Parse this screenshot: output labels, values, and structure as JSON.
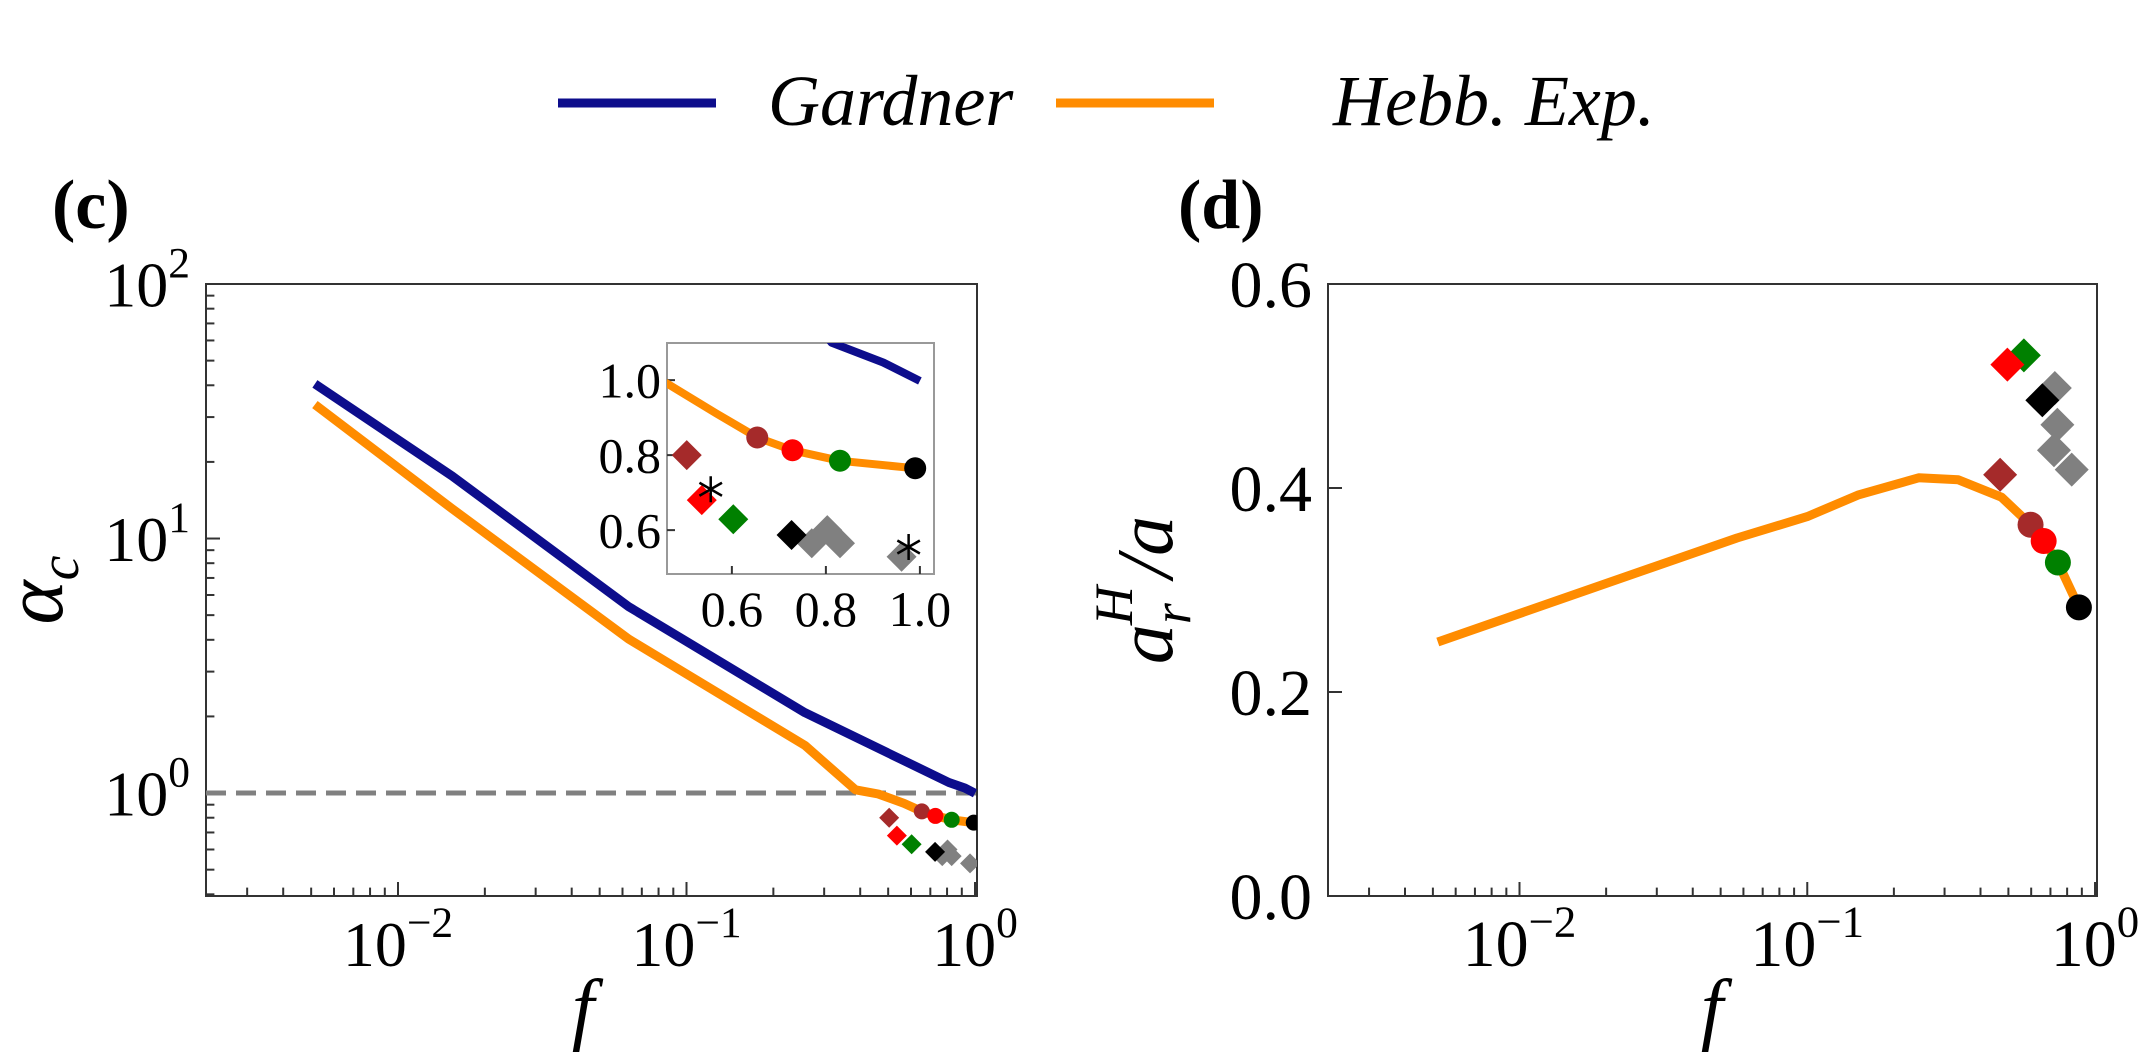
{
  "legend": {
    "entries": [
      {
        "label": "Gardner",
        "color": "#0d0d8c"
      },
      {
        "label": "Hebb. Exp.",
        "color": "#ff8c00"
      }
    ],
    "placement": "top-center"
  },
  "colors": {
    "brown": "#a52a2a",
    "red": "#ff0000",
    "green": "#008000",
    "black": "#000000",
    "gray": "#808080",
    "dashed": "#808080"
  },
  "chart_data": [
    {
      "panel": "(c)",
      "type": "line",
      "xscale": "log",
      "yscale": "log",
      "xlabel": "f",
      "ylabel": {
        "base": "α",
        "sub": "c"
      },
      "xlim": [
        0.00216,
        1.016
      ],
      "ylim": [
        0.394,
        100
      ],
      "x_ticks": [
        {
          "value": 0.01,
          "base": "10",
          "exp": "−2"
        },
        {
          "value": 0.1,
          "base": "10",
          "exp": "−1"
        },
        {
          "value": 1,
          "base": "10",
          "exp": "0"
        }
      ],
      "y_ticks": [
        {
          "value": 1,
          "base": "10",
          "exp": "0"
        },
        {
          "value": 10,
          "base": "10",
          "exp": "1"
        },
        {
          "value": 100,
          "base": "10",
          "exp": "2"
        }
      ],
      "hline": 1,
      "series": [
        {
          "name": "Gardner",
          "color": "#0d0d8c",
          "x": [
            0.00515,
            0.0154,
            0.063,
            0.257,
            0.812,
            0.922,
            1.0
          ],
          "y": [
            40.5,
            17.6,
            5.4,
            2.07,
            1.1,
            1.047,
            0.998
          ]
        },
        {
          "name": "Hebb. Exp.",
          "color": "#ff8c00",
          "x": [
            0.00515,
            0.0154,
            0.063,
            0.257,
            0.385,
            0.462,
            0.567,
            0.654,
            0.729,
            0.83,
            0.99
          ],
          "y": [
            33.6,
            13.1,
            4.03,
            1.54,
            1.03,
            0.991,
            0.911,
            0.847,
            0.813,
            0.785,
            0.765
          ]
        }
      ],
      "circles": [
        {
          "color": "brown",
          "x": 0.654,
          "y": 0.847
        },
        {
          "color": "red",
          "x": 0.729,
          "y": 0.813
        },
        {
          "color": "green",
          "x": 0.83,
          "y": 0.785
        },
        {
          "color": "black",
          "x": 0.99,
          "y": 0.765
        }
      ],
      "diamonds": [
        {
          "color": "brown",
          "x": 0.504,
          "y": 0.8
        },
        {
          "color": "red",
          "x": 0.536,
          "y": 0.68
        },
        {
          "color": "green",
          "x": 0.603,
          "y": 0.629
        },
        {
          "color": "gray",
          "x": 0.77,
          "y": 0.565
        },
        {
          "color": "gray",
          "x": 0.803,
          "y": 0.6
        },
        {
          "color": "gray",
          "x": 0.83,
          "y": 0.565
        },
        {
          "color": "black",
          "x": 0.727,
          "y": 0.587
        },
        {
          "color": "gray",
          "x": 0.961,
          "y": 0.529
        }
      ],
      "stars": [
        {
          "color": "black",
          "x": 0.555,
          "y": 0.709
        },
        {
          "color": "black",
          "x": 0.976,
          "y": 0.555
        }
      ],
      "inset": {
        "xscale": "linear",
        "yscale": "linear",
        "xlim": [
          0.462,
          1.03
        ],
        "ylim": [
          0.483,
          1.099
        ],
        "x_ticks": [
          {
            "value": 0.6,
            "label": "0.6"
          },
          {
            "value": 0.8,
            "label": "0.8"
          },
          {
            "value": 1.0,
            "label": "1.0"
          }
        ],
        "y_ticks": [
          {
            "value": 0.6,
            "label": "0.6"
          },
          {
            "value": 0.8,
            "label": "0.8"
          },
          {
            "value": 1.0,
            "label": "1.0"
          }
        ]
      }
    },
    {
      "panel": "(d)",
      "type": "line",
      "xscale": "log",
      "yscale": "linear",
      "xlabel": "f",
      "ylabel": {
        "base": "a",
        "sub": "r",
        "sup": "H",
        "rest": "/a"
      },
      "xlim": [
        0.00216,
        1.016
      ],
      "ylim": [
        0.0,
        0.6
      ],
      "x_ticks": [
        {
          "value": 0.01,
          "base": "10",
          "exp": "−2"
        },
        {
          "value": 0.1,
          "base": "10",
          "exp": "−1"
        },
        {
          "value": 1,
          "base": "10",
          "exp": "0"
        }
      ],
      "y_ticks": [
        {
          "value": 0.0,
          "label": "0.0"
        },
        {
          "value": 0.2,
          "label": "0.2"
        },
        {
          "value": 0.4,
          "label": "0.4"
        },
        {
          "value": 0.6,
          "label": "0.6"
        }
      ],
      "series": [
        {
          "name": "Hebb. Exp.",
          "color": "#ff8c00",
          "x": [
            0.0052,
            0.057,
            0.1,
            0.15,
            0.244,
            0.335,
            0.473,
            0.597,
            0.663,
            0.743,
            0.879
          ],
          "y": [
            0.249,
            0.351,
            0.372,
            0.393,
            0.41,
            0.408,
            0.391,
            0.364,
            0.348,
            0.327,
            0.283
          ]
        }
      ],
      "circles": [
        {
          "color": "brown",
          "x": 0.597,
          "y": 0.364
        },
        {
          "color": "red",
          "x": 0.663,
          "y": 0.348
        },
        {
          "color": "green",
          "x": 0.743,
          "y": 0.327
        },
        {
          "color": "black",
          "x": 0.879,
          "y": 0.283
        }
      ],
      "diamonds": [
        {
          "color": "brown",
          "x": 0.468,
          "y": 0.413
        },
        {
          "color": "green",
          "x": 0.566,
          "y": 0.53
        },
        {
          "color": "red",
          "x": 0.496,
          "y": 0.521
        },
        {
          "color": "gray",
          "x": 0.725,
          "y": 0.498
        },
        {
          "color": "black",
          "x": 0.656,
          "y": 0.486
        },
        {
          "color": "gray",
          "x": 0.74,
          "y": 0.462
        },
        {
          "color": "gray",
          "x": 0.72,
          "y": 0.437
        },
        {
          "color": "gray",
          "x": 0.83,
          "y": 0.418
        }
      ]
    }
  ]
}
